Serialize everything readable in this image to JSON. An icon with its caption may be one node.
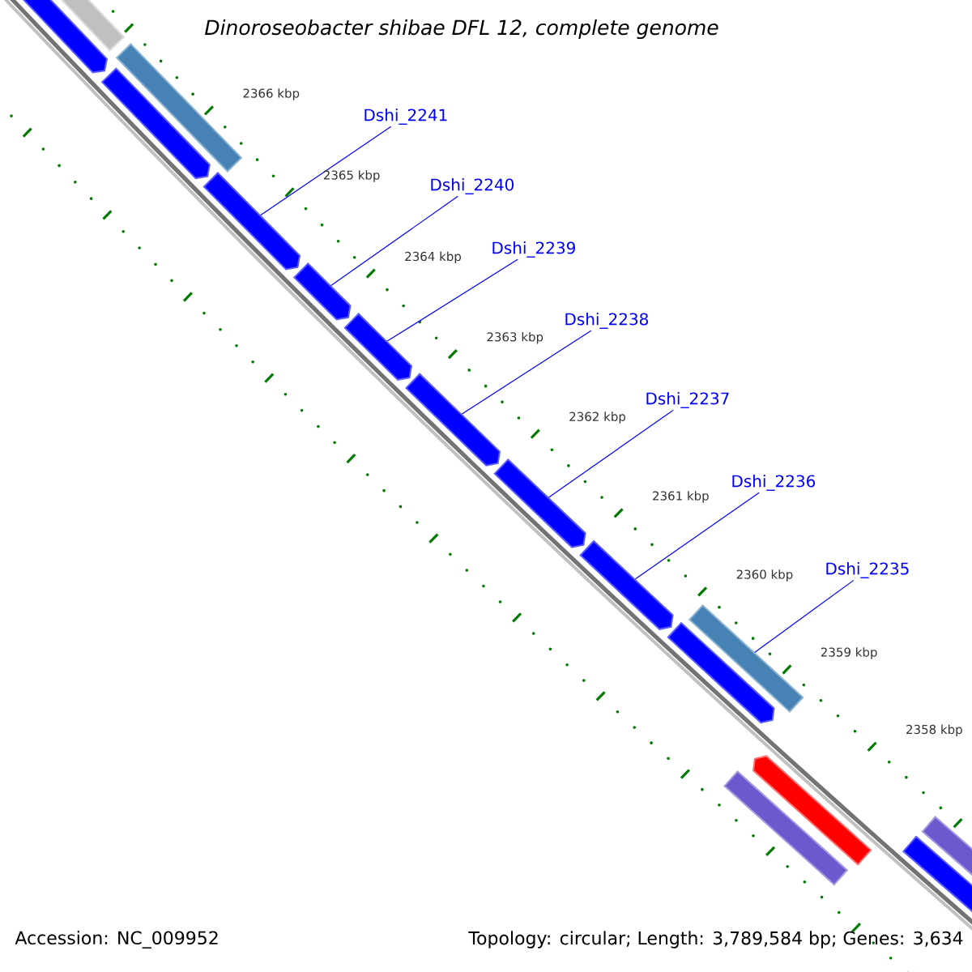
{
  "diagram": {
    "title": "Dinoroseobacter shibae DFL 12, complete genome",
    "nodes": [
      {
        "text": [
          "Dshi_2241"
        ]
      },
      {
        "text": [
          "Dshi_2240"
        ]
      },
      {
        "text": [
          "Dshi_2239"
        ]
      },
      {
        "text": [
          "Dshi_2238"
        ]
      },
      {
        "text": [
          "Dshi_2237"
        ]
      },
      {
        "text": [
          "Dshi_2236"
        ]
      },
      {
        "text": [
          "Dshi_2235"
        ]
      },
      {
        "text": [],
        "shape": "pentagon"
      },
      {
        "text": [],
        "shape": "bar"
      },
      {
        "text": [],
        "shape": "pentagon"
      },
      {
        "text": [],
        "shape": "bar"
      },
      {
        "text": [],
        "shape": "pentagon"
      },
      {
        "text": [],
        "shape": "pentagon"
      },
      {
        "text": [],
        "shape": "pentagon"
      },
      {
        "text": [],
        "shape": "pentagon"
      },
      {
        "text": [],
        "shape": "pentagon"
      },
      {
        "text": [],
        "shape": "pentagon"
      },
      {
        "text": [],
        "shape": "pentagon"
      },
      {
        "text": [],
        "shape": "bar"
      },
      {
        "text": [],
        "shape": "bar"
      },
      {
        "text": [],
        "shape": "pentagon"
      },
      {
        "text": [],
        "shape": "pentagon"
      },
      {
        "text": [],
        "shape": "bar"
      }
    ],
    "edges": [
      {
        "from": 0,
        "to": 11,
        "arrow": "none"
      },
      {
        "from": 1,
        "to": 12,
        "arrow": "none"
      },
      {
        "from": 2,
        "to": 13,
        "arrow": "none"
      },
      {
        "from": 3,
        "to": 14,
        "arrow": "none"
      },
      {
        "from": 4,
        "to": 15,
        "arrow": "none"
      },
      {
        "from": 5,
        "to": 16,
        "arrow": "none"
      },
      {
        "from": 6,
        "to": 18,
        "arrow": "none"
      }
    ],
    "labels": [
      "2366 kbp",
      "2365 kbp",
      "2364 kbp",
      "2363 kbp",
      "2362 kbp",
      "2361 kbp",
      "2360 kbp",
      "2359 kbp",
      "2358 kbp",
      "Accession: NC_009952",
      "Topology: circular; Length: 3,789,584 bp; Genes: 3,634"
    ]
  }
}
